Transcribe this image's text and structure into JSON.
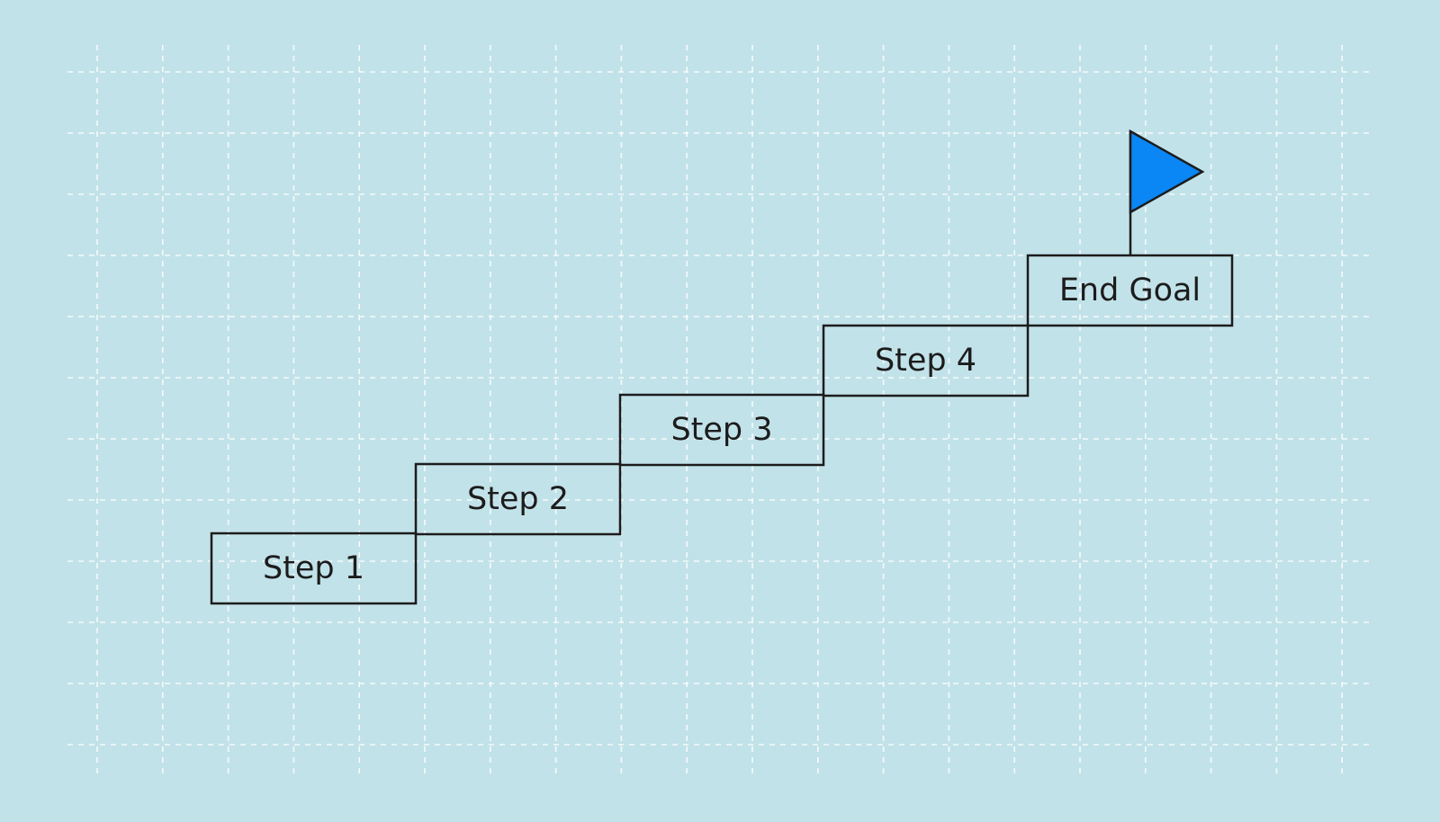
{
  "diagram": {
    "background_color": "#c2e2e9",
    "grid_color": "#ffffff",
    "stroke_color": "#1c1c1c",
    "flag_color": "#0a86f5",
    "flag_icon": "flag-icon",
    "steps": [
      {
        "label": "Step 1"
      },
      {
        "label": "Step 2"
      },
      {
        "label": "Step 3"
      },
      {
        "label": "Step 4"
      },
      {
        "label": "End Goal"
      }
    ]
  }
}
